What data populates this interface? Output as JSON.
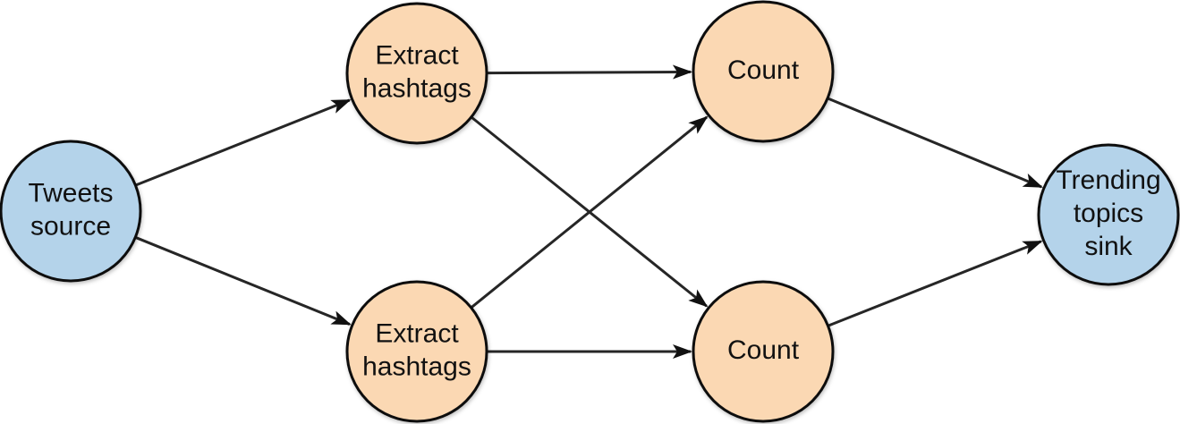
{
  "diagram": {
    "colors": {
      "source_fill": "#b4d3ea",
      "process_fill": "#fbd8b3",
      "sink_fill": "#b4d3ea",
      "stroke": "#111111",
      "edge": "#262626"
    },
    "nodes": [
      {
        "id": "tweets-source",
        "kind": "source",
        "lines": [
          "Tweets",
          "source"
        ]
      },
      {
        "id": "extract-hashtags-1",
        "kind": "process",
        "lines": [
          "Extract",
          "hashtags"
        ]
      },
      {
        "id": "extract-hashtags-2",
        "kind": "process",
        "lines": [
          "Extract",
          "hashtags"
        ]
      },
      {
        "id": "count-1",
        "kind": "process",
        "lines": [
          "Count"
        ]
      },
      {
        "id": "count-2",
        "kind": "process",
        "lines": [
          "Count"
        ]
      },
      {
        "id": "trending-topics-sink",
        "kind": "sink",
        "lines": [
          "Trending",
          "topics",
          "sink"
        ]
      }
    ],
    "edges": [
      {
        "from": "tweets-source",
        "to": "extract-hashtags-1"
      },
      {
        "from": "tweets-source",
        "to": "extract-hashtags-2"
      },
      {
        "from": "extract-hashtags-1",
        "to": "count-1"
      },
      {
        "from": "extract-hashtags-1",
        "to": "count-2"
      },
      {
        "from": "extract-hashtags-2",
        "to": "count-1"
      },
      {
        "from": "extract-hashtags-2",
        "to": "count-2"
      },
      {
        "from": "count-1",
        "to": "trending-topics-sink"
      },
      {
        "from": "count-2",
        "to": "trending-topics-sink"
      }
    ]
  }
}
